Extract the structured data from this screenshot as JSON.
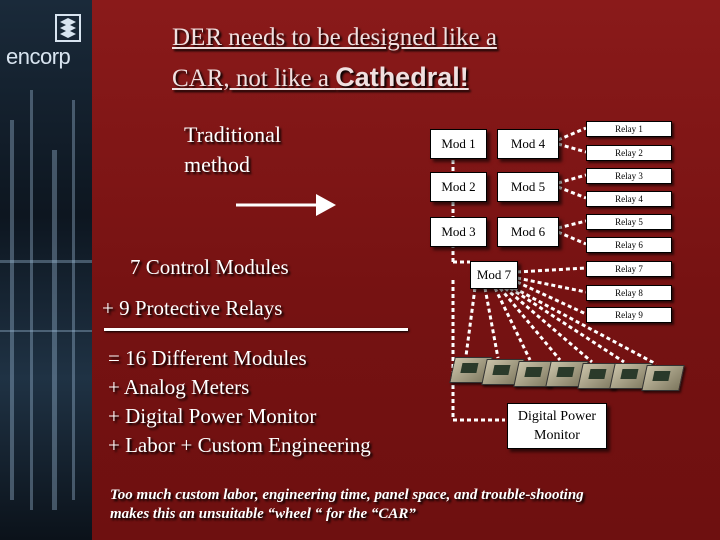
{
  "logo": {
    "text": "encorp"
  },
  "title": {
    "line1": "DER needs to be designed like a",
    "line2_prefix": "CAR, not like a ",
    "line2_emph": "Cathedral!"
  },
  "left": {
    "traditional": [
      "Traditional",
      "method"
    ],
    "control_modules": "7 Control Modules",
    "protective_relays": "+ 9 Protective Relays",
    "different_modules": "= 16 Different Modules",
    "analog_meters": "+ Analog Meters",
    "digital_power_monitor": "+ Digital Power Monitor",
    "labor": "+ Labor + Custom Engineering"
  },
  "modules": [
    "Mod 1",
    "Mod 4",
    "Mod 2",
    "Mod 5",
    "Mod 3",
    "Mod 6",
    "Mod 7"
  ],
  "relays": [
    "Relay 1",
    "Relay 2",
    "Relay 3",
    "Relay 4",
    "Relay 5",
    "Relay 6",
    "Relay 7",
    "Relay 8",
    "Relay 9"
  ],
  "dpm": {
    "line1": "Digital Power",
    "line2": "Monitor"
  },
  "footer": {
    "line1": "Too much custom labor, engineering time, panel space, and trouble-shooting",
    "line2": "makes this an unsuitable “wheel “ for the “CAR”"
  },
  "colors": {
    "background": "#7a1414",
    "text": "#ffffff",
    "box": "#ffffff"
  }
}
